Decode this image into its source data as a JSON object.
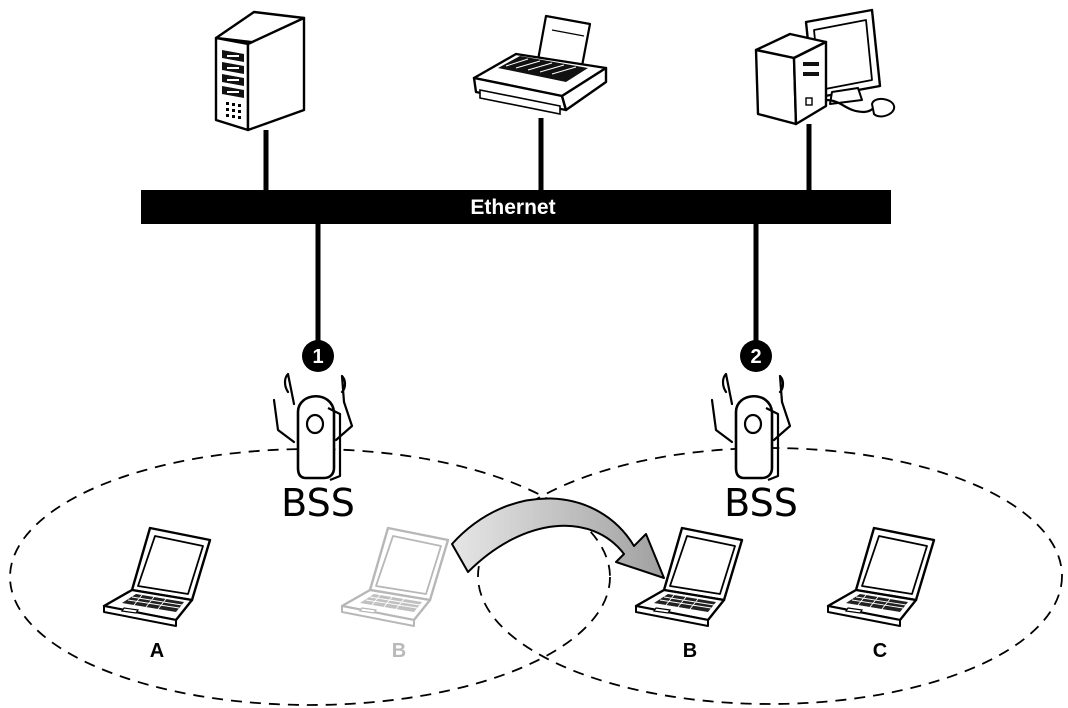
{
  "network": {
    "bus_label": "Ethernet"
  },
  "devices": {
    "server": {
      "icon": "server-icon"
    },
    "printer": {
      "icon": "printer-icon"
    },
    "desktop": {
      "icon": "desktop-computer-icon"
    }
  },
  "access_points": [
    {
      "number": "1",
      "set_label": "BSS",
      "icon": "access-point-icon"
    },
    {
      "number": "2",
      "set_label": "BSS",
      "icon": "access-point-icon"
    }
  ],
  "stations": [
    {
      "label": "A",
      "state": "in BSS 1"
    },
    {
      "label": "B",
      "state": "previous position (faded)"
    },
    {
      "label": "B",
      "state": "in BSS 2 after roaming"
    },
    {
      "label": "C",
      "state": "in BSS 2"
    }
  ],
  "roaming": {
    "icon": "roaming-arrow-icon"
  },
  "colors": {
    "line": "#000000",
    "ghost": "#b9b9b9",
    "arrow": "#b0b0b0"
  }
}
